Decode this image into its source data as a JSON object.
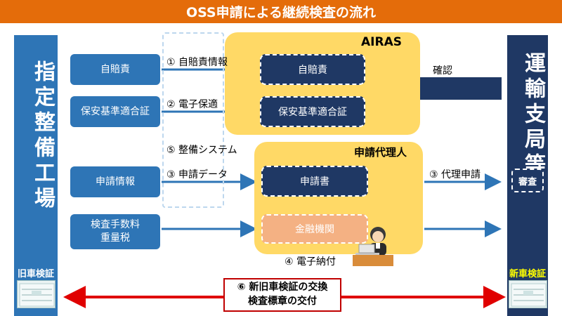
{
  "title": "OSS申請による継続検査の流れ",
  "left_column": {
    "label": "指定整備工場",
    "certificate_label": "旧車検証"
  },
  "right_column": {
    "label": "運輸支局等",
    "review_label": "審査",
    "certificate_label": "新車検証"
  },
  "left_boxes": {
    "jibaiseki": "自賠責",
    "hoan": "保安基準適合証",
    "shinsei_joho": "申請情報",
    "tesuryo_line1": "検査手数料",
    "tesuryo_line2": "重量税"
  },
  "airas": {
    "title": "AIRAS",
    "box1": "自賠責",
    "box2": "保安基準適合証"
  },
  "agent": {
    "title": "申請代理人",
    "box1": "申請書",
    "box2": "金融機関"
  },
  "arrow_labels": {
    "a1": "① 自賠責情報",
    "a2": "② 電子保適",
    "a3": "③ 申請データ",
    "a4": "④ 電子納付",
    "a5": "⑤ 整備システム",
    "a3b": "③ 代理申請",
    "confirm": "確認"
  },
  "bottom_note": {
    "line1": "⑥ 新旧車検証の交換",
    "line2": "検査標章の交付"
  },
  "colors": {
    "title_bg": "#e46c0a",
    "left_col": "#2e75b6",
    "right_col": "#1f3864",
    "yellow": "#ffd966",
    "red_arrow": "#e00000"
  }
}
